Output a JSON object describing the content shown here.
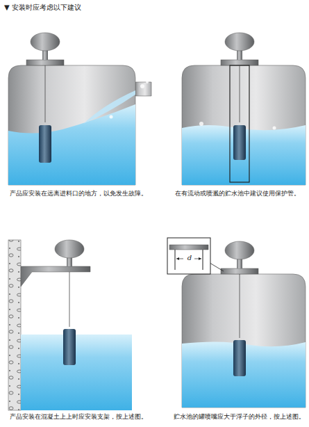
{
  "diagram": {
    "title": "▼ 安装时应考虑以下建议",
    "labels": [
      "产品应安装在远离进料口的地方，以免发生故障。",
      "在有流动或喷溅的贮水池中建议使用保护管。",
      "产品安装在混凝土上上时应安装支架，按上述图。",
      "贮水池的罐喷嘴应大于浮子的外径，按上述图。",
      "d"
    ]
  }
}
